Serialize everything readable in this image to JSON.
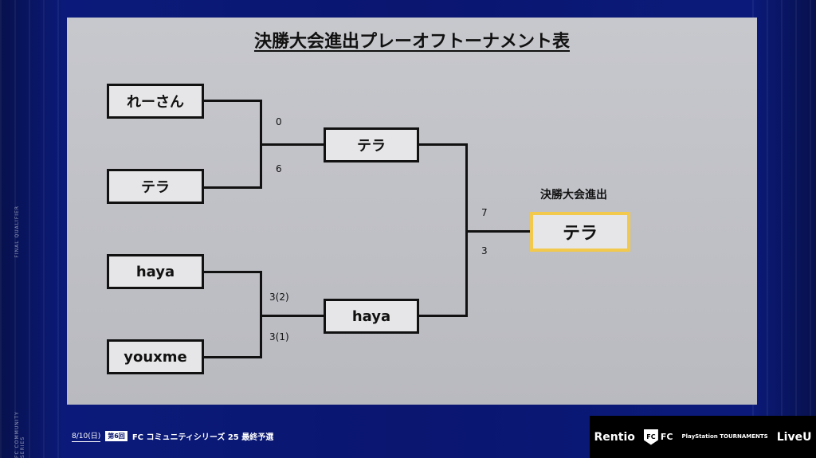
{
  "title": "決勝大会進出プレーオフトーナメント表",
  "advance_label": "決勝大会進出",
  "round1": {
    "players": [
      "れーさん",
      "テラ",
      "haya",
      "youxme"
    ]
  },
  "semifinal": {
    "top": {
      "player": "テラ",
      "score_top": "0",
      "score_bottom": "6"
    },
    "bottom": {
      "player": "haya",
      "score_top": "3(2)",
      "score_bottom": "3(1)"
    }
  },
  "final": {
    "winner": "テラ",
    "score_top": "7",
    "score_bottom": "3"
  },
  "footer": {
    "date": "8/10(日)",
    "round_badge": "第6回",
    "series": "FC コミュニティシリーズ 25 最終予選"
  },
  "side_text": {
    "top": "FINAL QUALIFIER",
    "bottom": "FC COMMUNITY SERIES"
  },
  "sponsors": {
    "rentio": "Rentio",
    "fc_mark": "FC",
    "fc_text": "FC",
    "playstation": "PlayStation TOURNAMENTS",
    "liveu": "LiveU"
  },
  "colors": {
    "background": "#0a1670",
    "panel": "#c0c1c6",
    "winner_border": "#f2c94c",
    "line": "#111111"
  }
}
